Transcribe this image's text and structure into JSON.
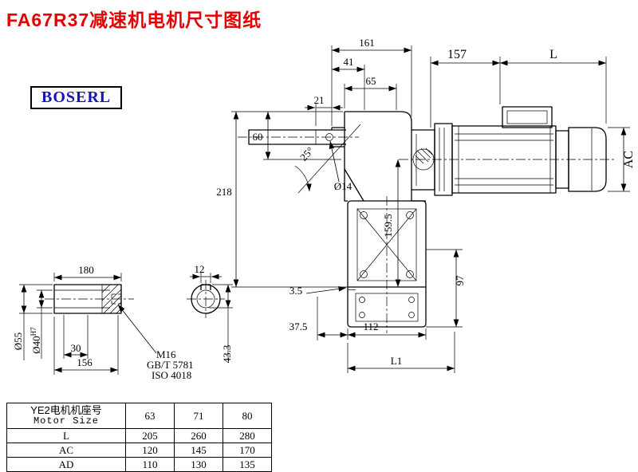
{
  "title": {
    "text": "FA67R37减速机电机尺寸图纸",
    "color": "#e60000"
  },
  "logo": {
    "text": "BOSERL",
    "color": "#1414b8"
  },
  "drawing": {
    "dims": {
      "d161": "161",
      "d41": "41",
      "d65": "65",
      "d21": "21",
      "d60": "60",
      "d218": "218",
      "angle25": "25°",
      "d14": "Ø14",
      "d157": "157",
      "motor_length": "L",
      "motor_ac": "AC",
      "d159_5": "159.5",
      "d97": "97",
      "d3_5": "3.5",
      "d37_5": "37.5",
      "d112": "112",
      "l1": "L1",
      "d180": "180",
      "d12": "12",
      "d55": "Ø55",
      "d40": "Ø40",
      "d40_tol": "H7",
      "d30": "30",
      "d156": "156",
      "m16": "M16",
      "gb": "GB/T 5781",
      "iso": "ISO 4018",
      "d43_3": "43.3"
    }
  },
  "table": {
    "header": {
      "line1": "YE2电机机座号",
      "line2": "Motor Size",
      "cols": [
        "63",
        "71",
        "80"
      ]
    },
    "rows": [
      {
        "label": "L",
        "values": [
          "205",
          "260",
          "280"
        ]
      },
      {
        "label": "AC",
        "values": [
          "120",
          "145",
          "170"
        ]
      },
      {
        "label": "AD",
        "values": [
          "110",
          "130",
          "135"
        ]
      }
    ]
  }
}
